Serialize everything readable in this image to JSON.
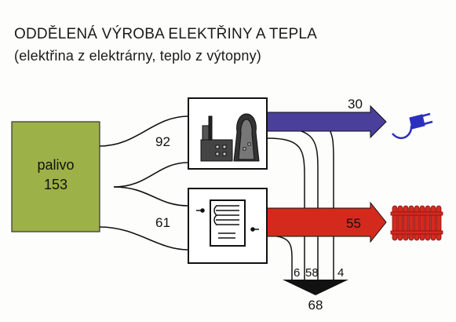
{
  "title": "ODDĚLENÁ VÝROBA ELEKTŘINY A TEPLA",
  "subtitle": "(elektřina z elektrárny, teplo z výtopny)",
  "colors": {
    "fuel_box": "#9cb147",
    "electricity": "#4a3f9a",
    "heat": "#d42a1e",
    "loss": "#111111",
    "flow_line": "#111111"
  },
  "fuel": {
    "label": "palivo",
    "value": "153"
  },
  "flows": {
    "power_plant_input": "92",
    "heating_plant_input": "61",
    "electricity_output": "30",
    "heat_output": "55",
    "loss_power_plant": "6",
    "loss_power_plant_b": "58",
    "loss_heating_plant": "4",
    "loss_total": "68"
  },
  "icons": {
    "power_plant": "power-plant-icon",
    "heating_plant": "boiler-icon",
    "electricity": "electric-plug-icon",
    "heat": "radiator-icon"
  }
}
